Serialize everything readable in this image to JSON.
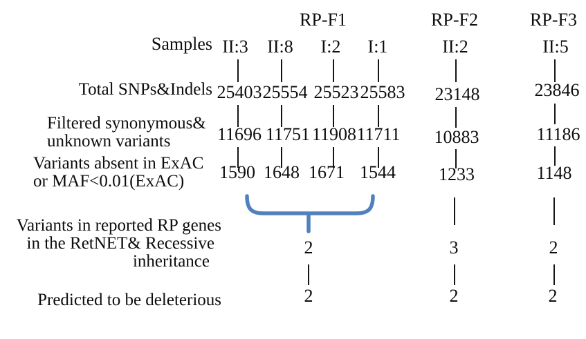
{
  "colors": {
    "brace": "#4f81bd",
    "text": "#0d0d0d",
    "line": "#151515"
  },
  "row_labels": {
    "samples": "Samples",
    "total_snps": "Total SNPs&Indels",
    "filtered_line1": "Filtered synonymous&",
    "filtered_line2": "unknown variants",
    "exac_line1": "Variants absent in ExAC",
    "exac_line2": "or MAF<0.01(ExAC)",
    "reported_line1": "Variants in reported RP genes",
    "reported_line2": "in the RetNET& Recessive",
    "reported_line3": "inheritance",
    "deleterious": "Predicted to be deleterious"
  },
  "families": [
    {
      "name": "RP-F1"
    },
    {
      "name": "RP-F2"
    },
    {
      "name": "RP-F3"
    }
  ],
  "columns": [
    {
      "family": "RP-F1",
      "sample": "II:3",
      "total_snps": "25403",
      "filtered": "11696",
      "exac": "1590"
    },
    {
      "family": "RP-F1",
      "sample": "II:8",
      "total_snps": "25554",
      "filtered": "11751",
      "exac": "1648"
    },
    {
      "family": "RP-F1",
      "sample": "I:2",
      "total_snps": "25523",
      "filtered": "11908",
      "exac": "1671"
    },
    {
      "family": "RP-F1",
      "sample": "I:1",
      "total_snps": "25583",
      "filtered": "11711",
      "exac": "1544"
    },
    {
      "family": "RP-F2",
      "sample": "II:2",
      "total_snps": "23148",
      "filtered": "10883",
      "exac": "1233",
      "reported": "3",
      "deleterious": "2"
    },
    {
      "family": "RP-F3",
      "sample": "II:5",
      "total_snps": "23846",
      "filtered": "11186",
      "exac": "1148",
      "reported": "2",
      "deleterious": "2"
    }
  ],
  "merged_rpf1": {
    "reported": "2",
    "deleterious": "2"
  }
}
